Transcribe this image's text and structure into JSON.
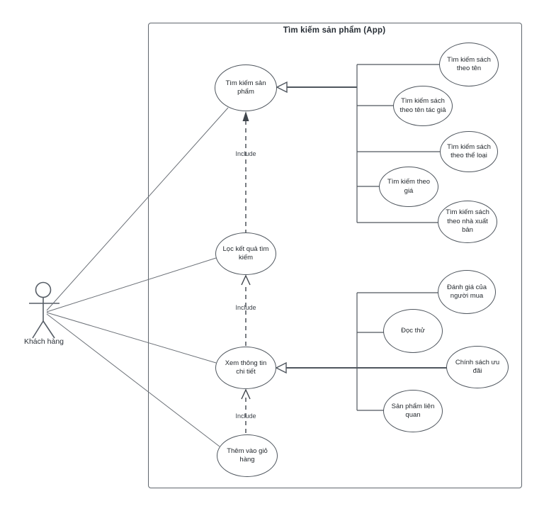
{
  "diagram": {
    "title": "Tìm kiếm sản phẩm (App)",
    "actor": "Khách hàng",
    "include": "Include",
    "usecases": {
      "search_product": "Tìm kiếm sản phẩm",
      "filter_results": "Lọc kết quả tìm kiếm",
      "view_details": "Xem thông tin chi tiết",
      "add_to_cart": "Thêm vào giỏ hàng",
      "search_by_title": "Tìm kiếm sách theo tên",
      "search_by_author": "Tìm kiếm sách theo tên tác giả",
      "search_by_genre": "Tìm kiếm sách theo thể loại",
      "search_by_price": "Tìm kiếm theo giá",
      "search_by_publisher": "Tìm kiếm sách theo nhà xuất bản",
      "buyer_reviews": "Đánh giá của người mua",
      "read_sample": "Đọc thử",
      "promo_policy": "Chính sách ưu đãi",
      "related_products": "Sản phẩm liên quan"
    },
    "colors": {
      "stroke": "#565d66",
      "ellipse_stroke": "#4f565e",
      "text": "#24292e"
    }
  }
}
